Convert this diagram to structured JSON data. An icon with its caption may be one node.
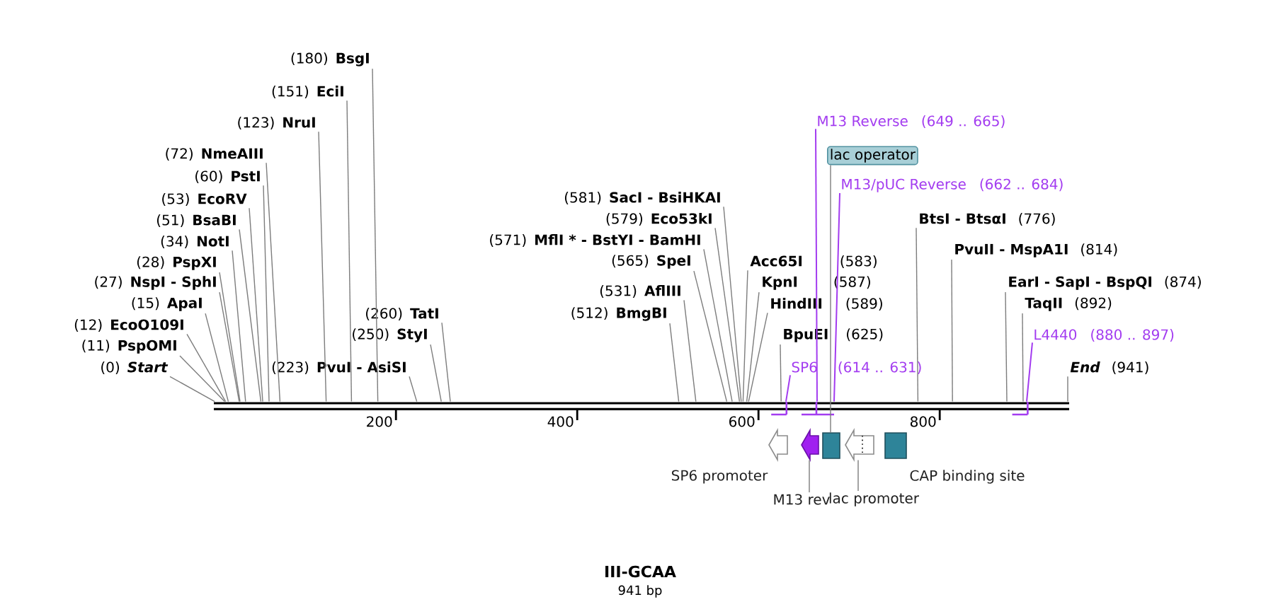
{
  "diagram": {
    "title": "III-GCAA",
    "caption": "941 bp",
    "nodes": [
      {
        "text": [
          "(180)",
          "BsgI"
        ]
      },
      {
        "text": [
          "(151)",
          "EciI"
        ]
      },
      {
        "text": [
          "(123)",
          "NruI"
        ]
      },
      {
        "text": [
          "(72)",
          "NmeAIII"
        ]
      },
      {
        "text": [
          "(60)",
          "PstI"
        ]
      },
      {
        "text": [
          "(53)",
          "EcoRV"
        ]
      },
      {
        "text": [
          "(51)",
          "BsaBI"
        ]
      },
      {
        "text": [
          "(34)",
          "NotI"
        ]
      },
      {
        "text": [
          "(28)",
          "PspXI"
        ]
      },
      {
        "text": [
          "(27)",
          "NspI - SphI"
        ]
      },
      {
        "text": [
          "(15)",
          "ApaI"
        ]
      },
      {
        "text": [
          "(12)",
          "EcoO109I"
        ]
      },
      {
        "text": [
          "(11)",
          "PspOMI"
        ]
      },
      {
        "text": [
          "(0)",
          "Start"
        ]
      },
      {
        "text": [
          "(260)",
          "TatI"
        ]
      },
      {
        "text": [
          "(250)",
          "StyI"
        ]
      },
      {
        "text": [
          "(223)",
          "PvuI - AsiSI"
        ]
      },
      {
        "text": [
          "(581)",
          "SacI - BsiHKAI"
        ]
      },
      {
        "text": [
          "(579)",
          "Eco53kI"
        ]
      },
      {
        "text": [
          "(571)",
          "MflI * - BstYI - BamHI"
        ]
      },
      {
        "text": [
          "(565)",
          "SpeI"
        ]
      },
      {
        "text": [
          "(531)",
          "AflIII"
        ]
      },
      {
        "text": [
          "(512)",
          "BmgBI"
        ]
      },
      {
        "text": [
          "M13 Reverse",
          "(649 .. 665)"
        ]
      },
      {
        "text": [
          "lac operator"
        ]
      },
      {
        "text": [
          "M13/pUC Reverse",
          "(662 .. 684)"
        ]
      },
      {
        "text": [
          "BtsI - BtsαI",
          "(776)"
        ]
      },
      {
        "text": [
          "PvuII - MspA1I",
          "(814)"
        ]
      },
      {
        "text": [
          "Acc65I",
          "(583)"
        ]
      },
      {
        "text": [
          "KpnI",
          "(587)"
        ]
      },
      {
        "text": [
          "EarI - SapI - BspQI",
          "(874)"
        ]
      },
      {
        "text": [
          "HindIII",
          "(589)"
        ]
      },
      {
        "text": [
          "TaqII",
          "(892)"
        ]
      },
      {
        "text": [
          "BpuEI",
          "(625)"
        ]
      },
      {
        "text": [
          "L4440",
          "(880 .. 897)"
        ]
      },
      {
        "text": [
          "SP6",
          "(614 .. 631)"
        ]
      },
      {
        "text": [
          "End",
          "(941)"
        ]
      },
      {
        "text": [],
        "shape": "bar",
        "beside": [
          "200",
          "400",
          "600",
          "800"
        ]
      },
      {
        "text": [],
        "shape": "arrow",
        "beside": [
          "SP6 promoter"
        ]
      },
      {
        "text": [],
        "shape": "arrow"
      },
      {
        "text": [],
        "shape": "box"
      },
      {
        "text": [],
        "shape": "arrow"
      },
      {
        "text": [],
        "shape": "box",
        "beside": [
          "CAP binding site"
        ]
      },
      {
        "text": [
          "M13 rev"
        ]
      },
      {
        "text": [
          "lac promoter"
        ]
      }
    ],
    "edges": [
      {
        "from": 0,
        "to": 37,
        "arrow": "none"
      },
      {
        "from": 1,
        "to": 37,
        "arrow": "none"
      },
      {
        "from": 2,
        "to": 37,
        "arrow": "none"
      },
      {
        "from": 3,
        "to": 37,
        "arrow": "none"
      },
      {
        "from": 4,
        "to": 37,
        "arrow": "none"
      },
      {
        "from": 5,
        "to": 37,
        "arrow": "none"
      },
      {
        "from": 6,
        "to": 37,
        "arrow": "none"
      },
      {
        "from": 7,
        "to": 37,
        "arrow": "none"
      },
      {
        "from": 8,
        "to": 37,
        "arrow": "none"
      },
      {
        "from": 9,
        "to": 37,
        "arrow": "none"
      },
      {
        "from": 10,
        "to": 37,
        "arrow": "none"
      },
      {
        "from": 11,
        "to": 37,
        "arrow": "none"
      },
      {
        "from": 12,
        "to": 37,
        "arrow": "none"
      },
      {
        "from": 13,
        "to": 37,
        "arrow": "none"
      },
      {
        "from": 14,
        "to": 37,
        "arrow": "none"
      },
      {
        "from": 15,
        "to": 37,
        "arrow": "none"
      },
      {
        "from": 16,
        "to": 37,
        "arrow": "none"
      },
      {
        "from": 17,
        "to": 37,
        "arrow": "none"
      },
      {
        "from": 18,
        "to": 37,
        "arrow": "none"
      },
      {
        "from": 19,
        "to": 37,
        "arrow": "none"
      },
      {
        "from": 20,
        "to": 37,
        "arrow": "none"
      },
      {
        "from": 21,
        "to": 37,
        "arrow": "none"
      },
      {
        "from": 22,
        "to": 37,
        "arrow": "none"
      },
      {
        "from": 23,
        "to": 37,
        "arrow": "none",
        "color": "#a33cf0"
      },
      {
        "from": 24,
        "to": 40,
        "arrow": "none"
      },
      {
        "from": 25,
        "to": 37,
        "arrow": "none",
        "color": "#a33cf0"
      },
      {
        "from": 26,
        "to": 37,
        "arrow": "none"
      },
      {
        "from": 27,
        "to": 37,
        "arrow": "none"
      },
      {
        "from": 28,
        "to": 37,
        "arrow": "none"
      },
      {
        "from": 29,
        "to": 37,
        "arrow": "none"
      },
      {
        "from": 30,
        "to": 37,
        "arrow": "none"
      },
      {
        "from": 31,
        "to": 37,
        "arrow": "none"
      },
      {
        "from": 32,
        "to": 37,
        "arrow": "none"
      },
      {
        "from": 33,
        "to": 37,
        "arrow": "none"
      },
      {
        "from": 34,
        "to": 37,
        "arrow": "none",
        "color": "#a33cf0"
      },
      {
        "from": 35,
        "to": 37,
        "arrow": "none",
        "color": "#a33cf0"
      },
      {
        "from": 36,
        "to": 37,
        "arrow": "none"
      },
      {
        "from": 43,
        "to": 39,
        "arrow": "none"
      },
      {
        "from": 44,
        "to": 41,
        "arrow": "none"
      }
    ]
  }
}
